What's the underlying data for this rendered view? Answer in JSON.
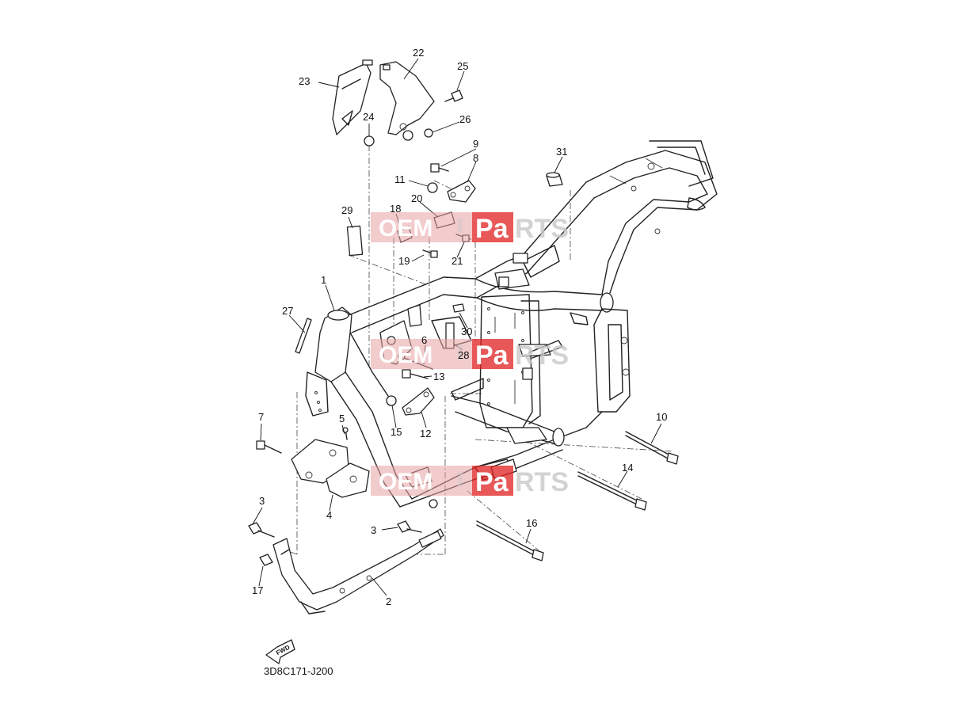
{
  "diagram": {
    "code": "3D8C171-J200",
    "fwd_label": "FWD",
    "part_numbers": [
      "1",
      "2",
      "3",
      "3",
      "4",
      "5",
      "6",
      "7",
      "8",
      "9",
      "10",
      "11",
      "12",
      "13",
      "14",
      "15",
      "16",
      "17",
      "18",
      "19",
      "20",
      "21",
      "22",
      "23",
      "24",
      "25",
      "26",
      "27",
      "28",
      "29",
      "30",
      "31"
    ],
    "watermark": {
      "left": "OEM",
      "middle": "BIKE",
      "accent": "Pa",
      "right": "RTS"
    }
  }
}
